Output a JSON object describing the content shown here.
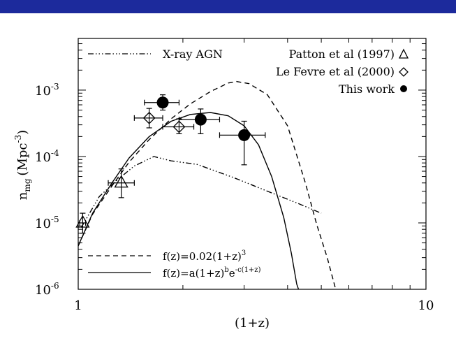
{
  "theme": {
    "bar_color": "#1c2a9c",
    "ink": "#000000"
  },
  "chart_data": {
    "type": "scatter",
    "x_scale": "log",
    "y_scale": "log",
    "xlim": [
      1,
      10
    ],
    "ylim": [
      1e-06,
      0.006
    ],
    "xlabel": "(1+z)",
    "ylabel_main": "n",
    "ylabel_sub": "mg",
    "ylabel_unit": "(Mpc",
    "ylabel_exp": "-3",
    "ylabel_close": ")",
    "x_ticks": [
      {
        "value": 1,
        "label": "1"
      },
      {
        "value": 10,
        "label": "10"
      }
    ],
    "y_ticks": [
      {
        "value": 1e-06,
        "base": "10",
        "exp": "-6"
      },
      {
        "value": 1e-05,
        "base": "10",
        "exp": "-5"
      },
      {
        "value": 0.0001,
        "base": "10",
        "exp": "-4"
      },
      {
        "value": 0.001,
        "base": "10",
        "exp": "-3"
      }
    ],
    "series": [
      {
        "name": "Patton et al (1997)",
        "marker": "triangle",
        "points": [
          {
            "x": 1.03,
            "y": 1e-05,
            "xerr": [
              1.01,
              1.05
            ],
            "yerr": [
              7e-06,
              1.4e-05
            ]
          },
          {
            "x": 1.33,
            "y": 4e-05,
            "xerr": [
              1.22,
              1.45
            ],
            "yerr": [
              2.4e-05,
              6.5e-05
            ]
          }
        ]
      },
      {
        "name": "Le Fevre et al (2000)",
        "marker": "diamond",
        "points": [
          {
            "x": 1.6,
            "y": 0.00038,
            "xerr": [
              1.45,
              1.75
            ],
            "yerr": [
              0.00027,
              0.00053
            ]
          },
          {
            "x": 1.95,
            "y": 0.00028,
            "xerr": [
              1.75,
              2.15
            ],
            "yerr": [
              0.00022,
              0.00037
            ]
          }
        ]
      },
      {
        "name": "This work",
        "marker": "filled-circle",
        "points": [
          {
            "x": 1.75,
            "y": 0.00065,
            "xerr": [
              1.55,
              1.95
            ],
            "yerr": [
              0.0005,
              0.00085
            ]
          },
          {
            "x": 2.25,
            "y": 0.00036,
            "xerr": [
              1.95,
              2.55
            ],
            "yerr": [
              0.00022,
              0.00052
            ]
          },
          {
            "x": 3.0,
            "y": 0.00021,
            "xerr": [
              2.55,
              3.45
            ],
            "yerr": [
              7.5e-05,
              0.00034
            ]
          }
        ]
      },
      {
        "name": "X-ray AGN",
        "style": "dash-dot-dot",
        "points": [
          {
            "x": 1.02,
            "y": 8.5e-06
          },
          {
            "x": 1.15,
            "y": 2.5e-05
          },
          {
            "x": 1.3,
            "y": 4.5e-05
          },
          {
            "x": 1.45,
            "y": 7.2e-05
          },
          {
            "x": 1.65,
            "y": 0.0001
          },
          {
            "x": 1.85,
            "y": 8.6e-05
          },
          {
            "x": 2.2,
            "y": 7.6e-05
          },
          {
            "x": 2.8,
            "y": 4.8e-05
          },
          {
            "x": 3.5,
            "y": 3e-05
          },
          {
            "x": 4.3,
            "y": 1.95e-05
          },
          {
            "x": 5.0,
            "y": 1.4e-05
          }
        ]
      },
      {
        "name": "f(z)=0.02(1+z)^3",
        "style": "dashed",
        "points": [
          {
            "x": 1.0,
            "y": 4.5e-06
          },
          {
            "x": 1.1,
            "y": 1.35e-05
          },
          {
            "x": 1.25,
            "y": 3.6e-05
          },
          {
            "x": 1.4,
            "y": 8.2e-05
          },
          {
            "x": 1.6,
            "y": 0.00018
          },
          {
            "x": 1.85,
            "y": 0.00037
          },
          {
            "x": 2.1,
            "y": 0.00062
          },
          {
            "x": 2.4,
            "y": 0.00095
          },
          {
            "x": 2.7,
            "y": 0.00128
          },
          {
            "x": 2.85,
            "y": 0.00135
          },
          {
            "x": 3.1,
            "y": 0.00125
          },
          {
            "x": 3.5,
            "y": 0.00085
          },
          {
            "x": 4.0,
            "y": 0.00029
          },
          {
            "x": 4.5,
            "y": 4e-05
          },
          {
            "x": 4.85,
            "y": 9.5e-06
          },
          {
            "x": 5.2,
            "y": 3e-06
          },
          {
            "x": 5.5,
            "y": 1e-06
          }
        ]
      },
      {
        "name": "f(z)=a(1+z)^b e^-c(1+z)",
        "style": "solid",
        "points": [
          {
            "x": 1.0,
            "y": 4.5e-06
          },
          {
            "x": 1.1,
            "y": 1.4e-05
          },
          {
            "x": 1.25,
            "y": 4e-05
          },
          {
            "x": 1.4,
            "y": 9.5e-05
          },
          {
            "x": 1.6,
            "y": 0.0002
          },
          {
            "x": 1.85,
            "y": 0.00034
          },
          {
            "x": 2.1,
            "y": 0.00043
          },
          {
            "x": 2.4,
            "y": 0.00046
          },
          {
            "x": 2.7,
            "y": 0.00041
          },
          {
            "x": 3.0,
            "y": 0.00029
          },
          {
            "x": 3.3,
            "y": 0.00015
          },
          {
            "x": 3.6,
            "y": 5e-05
          },
          {
            "x": 3.9,
            "y": 1.2e-05
          },
          {
            "x": 4.1,
            "y": 3.5e-06
          },
          {
            "x": 4.25,
            "y": 1.2e-06
          },
          {
            "x": 4.3,
            "y": 1e-06
          }
        ]
      }
    ],
    "legend": {
      "xray": "X-ray AGN",
      "patton": "Patton et al (1997)",
      "lefevre": "Le Fevre et al (2000)",
      "thiswork": "This work",
      "dashed_eq": "f(z)=0.02(1+z)",
      "dashed_exp": "3",
      "solid_eq": "f(z)=a(1+z)",
      "solid_b": "b",
      "solid_e": "e",
      "solid_exp": "-c(1+z)"
    }
  }
}
